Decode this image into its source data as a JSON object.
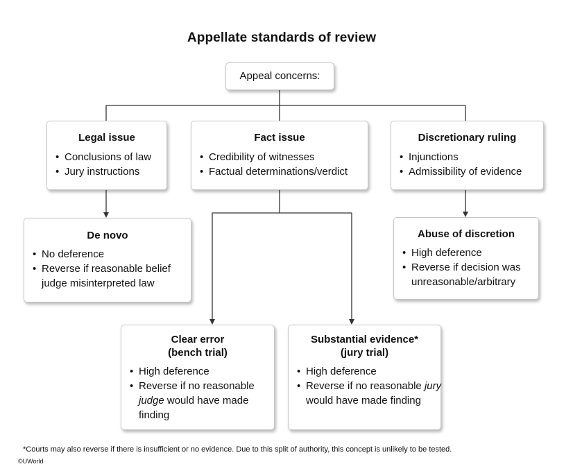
{
  "title": "Appellate standards of review",
  "root": {
    "label": "Appeal concerns:"
  },
  "legal_issue": {
    "heading": "Legal issue",
    "bullets": [
      "Conclusions of law",
      "Jury instructions"
    ]
  },
  "fact_issue": {
    "heading": "Fact issue",
    "bullets": [
      "Credibility of witnesses",
      "Factual determinations/verdict"
    ]
  },
  "discretionary_ruling": {
    "heading": "Discretionary ruling",
    "bullets": [
      "Injunctions",
      "Admissibility of evidence"
    ]
  },
  "de_novo": {
    "heading": "De novo",
    "bullets": [
      "No deference",
      "Reverse if reasonable belief judge misinterpreted law"
    ]
  },
  "abuse_of_discretion": {
    "heading": "Abuse of discretion",
    "bullets": [
      "High deference",
      "Reverse if decision was unreasonable/arbitrary"
    ]
  },
  "clear_error": {
    "heading_line1": "Clear error",
    "heading_line2": "(bench trial)",
    "bullet1": "High deference",
    "bullet2_pre": "Reverse if no reasonable ",
    "bullet2_em": "judge",
    "bullet2_post": " would have made finding"
  },
  "substantial_evidence": {
    "heading_line1": "Substantial evidence*",
    "heading_line2": "(jury trial)",
    "bullet1": "High deference",
    "bullet2_pre": "Reverse if no reasonable ",
    "bullet2_em": "jury",
    "bullet2_post": " would have made finding"
  },
  "footnote": "*Courts may also reverse if there is insufficient or no evidence. Due to this split of authority, this concept is unlikely to be tested.",
  "copyright": "©UWorld",
  "colors": {
    "line": "#333333",
    "box_border": "#c7c7c7"
  }
}
